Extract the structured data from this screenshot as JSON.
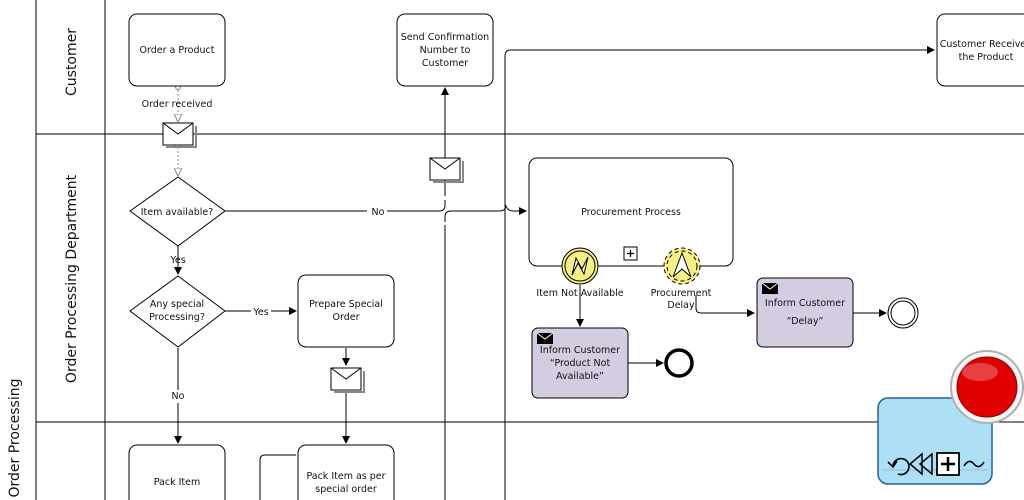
{
  "pool": {
    "name": "Order Processing"
  },
  "lanes": {
    "customer": "Customer",
    "order_processing": "Order Processing Department"
  },
  "tasks": {
    "order_product": "Order a Product",
    "send_confirmation": [
      "Send Confirmation",
      "Number to",
      "Customer"
    ],
    "customer_received": [
      "Customer Received",
      "the Product"
    ],
    "procurement": "Procurement Process",
    "prepare_special": [
      "Prepare Special",
      "Order"
    ],
    "inform_not_available": [
      "Inform Customer",
      "“Product Not",
      "Available”"
    ],
    "inform_delay": [
      "Inform Customer",
      "“Delay”"
    ],
    "pack_item": "Pack Item",
    "pack_special": [
      "Pack Item as per",
      "special order"
    ]
  },
  "gateways": {
    "item_available": "Item available?",
    "special_processing": [
      "Any special",
      "Processing?"
    ]
  },
  "events": {
    "order_received": "Order received",
    "item_not_available": "Item Not Available",
    "procurement_delay": [
      "Procurement",
      "Delay"
    ]
  },
  "flow_labels": {
    "no_1": "No",
    "yes_1": "Yes",
    "yes_2": "Yes",
    "no_2": "No"
  },
  "widget": {
    "icons": [
      "loop-marker-icon",
      "rewind-icon",
      "expand-icon",
      "adhoc-marker-icon"
    ],
    "record_color": "#e00000",
    "panel_color": "#aee0f5"
  }
}
